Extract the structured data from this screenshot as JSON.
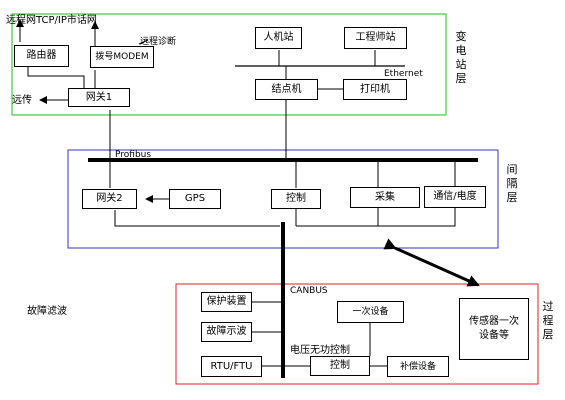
{
  "colors": {
    "station": "#22bb22",
    "bay": "#3333bb",
    "process": "#dd2222",
    "line": "#000000"
  },
  "station_layer": {
    "label": "变电站层",
    "internet": "远程网TCP/IP市话网",
    "router": "路由器",
    "modem": "拨号MODEM",
    "remote_diag": "远程诊断",
    "gateway1": "网关1",
    "remote": "远传",
    "hmi": "人机站",
    "engineer": "工程师站",
    "ethernet": "Ethernet",
    "node": "结点机",
    "printer": "打印机"
  },
  "bay_layer": {
    "label": "间隔层",
    "profibus": "Profibus",
    "gateway2": "网关2",
    "gps": "GPS",
    "control": "控制",
    "acquisition": "采集",
    "comm": "通信/电度"
  },
  "process_layer": {
    "label": "过程层",
    "canbus": "CANBUS",
    "protection": "保护装置",
    "fault": "故障示波",
    "rtu": "RTU/FTU",
    "primary": "一次设备",
    "vq_label": "电压无功控制",
    "control": "控制",
    "compensation": "补偿设备",
    "sensor": "传感器一次设备等"
  },
  "side_note": "故障滤波"
}
